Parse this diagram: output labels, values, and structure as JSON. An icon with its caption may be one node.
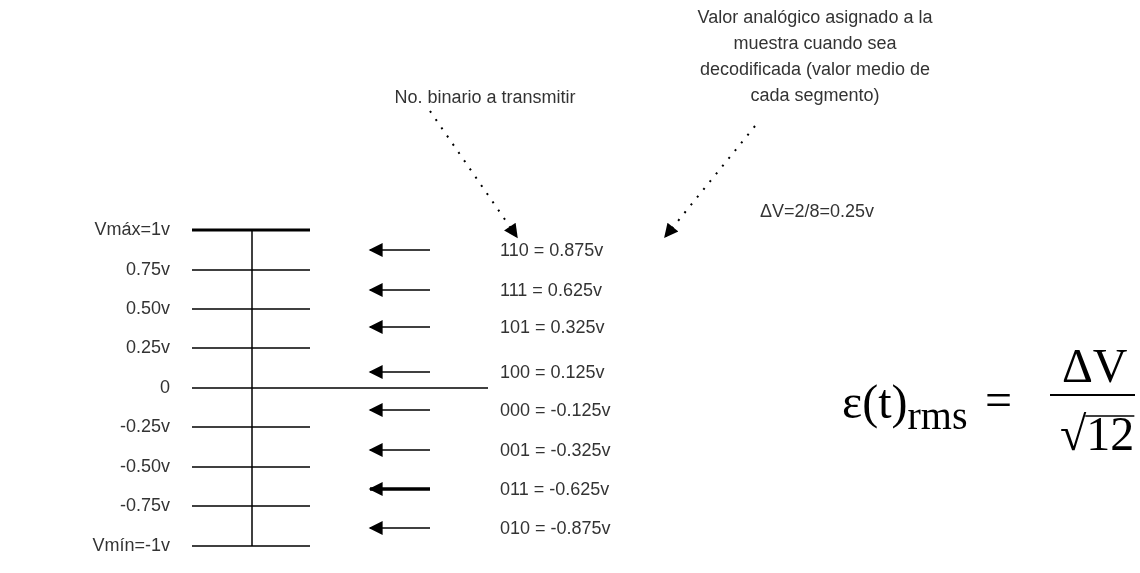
{
  "diagram": {
    "nodes": [
      {
        "text": [
          "No. binario a transmitir"
        ]
      },
      {
        "text": [
          "Valor analógico asignado a la muestra cuando sea decodificada (valor medio de cada segmento)"
        ]
      },
      {
        "text": [
          "110 = 0.875v"
        ]
      },
      {
        "text": [
          "111 = 0.625v"
        ]
      },
      {
        "text": [
          "101 = 0.325v"
        ]
      },
      {
        "text": [
          "100 = 0.125v"
        ]
      },
      {
        "text": [
          "000 = -0.125v"
        ]
      },
      {
        "text": [
          "001 = -0.325v"
        ]
      },
      {
        "text": [
          "011 = -0.625v"
        ]
      },
      {
        "text": [
          "010 = -0.875v"
        ]
      }
    ],
    "edges": [
      {
        "from": 0,
        "to": 2,
        "arrow": "to",
        "style": "dashed"
      },
      {
        "from": 1,
        "to": 2,
        "arrow": "to",
        "style": "dashed"
      }
    ],
    "labels": [
      "ΔV=2/8=0.25v",
      "Vmáx=1v",
      "0.75v",
      "0.50v",
      "0.25v",
      "0",
      "-0.25v",
      "-0.50v",
      "-0.75v",
      "Vmín=-1v",
      "ε(t)$_{rms}$",
      "=",
      "ΔV",
      "√12"
    ]
  }
}
